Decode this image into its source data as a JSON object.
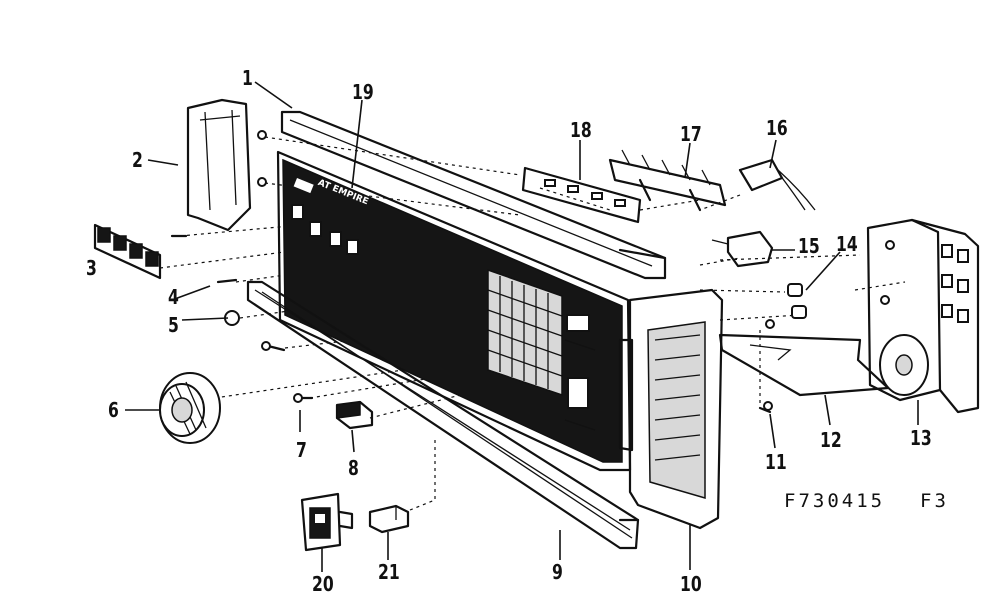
{
  "figure_code": "F730415",
  "figure_sheet": "F3",
  "panel_badge_text": "AT EMPIRE",
  "callouts": {
    "c1": "1",
    "c2": "2",
    "c3": "3",
    "c4": "4",
    "c5": "5",
    "c6": "6",
    "c7": "7",
    "c8": "8",
    "c9": "9",
    "c10": "10",
    "c11": "11",
    "c12": "12",
    "c13": "13",
    "c14": "14",
    "c15": "15",
    "c16": "16",
    "c17": "17",
    "c18": "18",
    "c19": "19",
    "c20": "20",
    "c21": "21"
  },
  "colors": {
    "ink": "#111111",
    "paper": "#ffffff",
    "panel_face": "#151515"
  }
}
